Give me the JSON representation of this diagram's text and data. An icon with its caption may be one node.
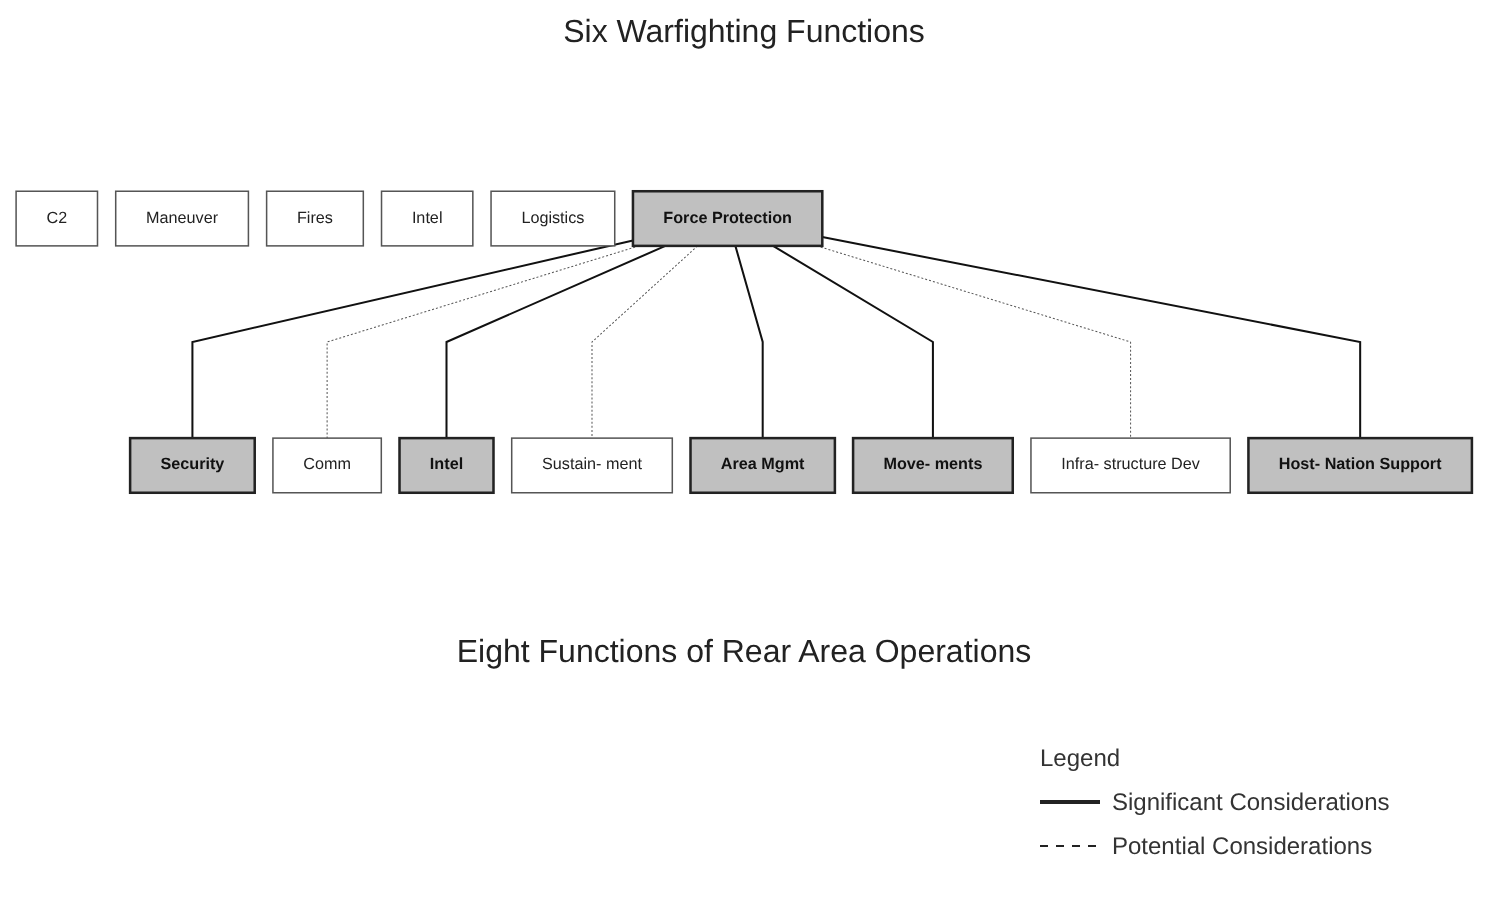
{
  "diagram": {
    "title": "Six Warfighting Functions",
    "caption": "Eight Functions of Rear Area Operations",
    "nodes": [
      {
        "text": [
          "C2"
        ]
      },
      {
        "text": [
          "Maneuver"
        ]
      },
      {
        "text": [
          "Fires"
        ]
      },
      {
        "text": [
          "Intel"
        ]
      },
      {
        "text": [
          "Logistics"
        ]
      },
      {
        "text": [
          "Force Protection"
        ]
      },
      {
        "text": [
          "Security"
        ]
      },
      {
        "text": [
          "Comm"
        ]
      },
      {
        "text": [
          "Intel"
        ]
      },
      {
        "text": [
          "Sustain- ment"
        ]
      },
      {
        "text": [
          "Area Mgmt"
        ]
      },
      {
        "text": [
          "Move- ments"
        ]
      },
      {
        "text": [
          "Infra- structure Dev"
        ]
      },
      {
        "text": [
          "Host- Nation Support"
        ]
      }
    ],
    "edges": [
      {
        "from": 5,
        "to": 6,
        "arrow": "none"
      },
      {
        "from": 5,
        "to": 7,
        "arrow": "none",
        "style": "dashed"
      },
      {
        "from": 5,
        "to": 8,
        "arrow": "none"
      },
      {
        "from": 5,
        "to": 9,
        "arrow": "none",
        "style": "dashed"
      },
      {
        "from": 5,
        "to": 10,
        "arrow": "none"
      },
      {
        "from": 5,
        "to": 11,
        "arrow": "none"
      },
      {
        "from": 5,
        "to": 12,
        "arrow": "none",
        "style": "dashed"
      },
      {
        "from": 5,
        "to": 13,
        "arrow": "none"
      }
    ],
    "labels": [
      "Legend"
    ],
    "legend": [
      {
        "text": "Significant Considerations"
      },
      {
        "text": "Potential Considerations"
      }
    ]
  }
}
